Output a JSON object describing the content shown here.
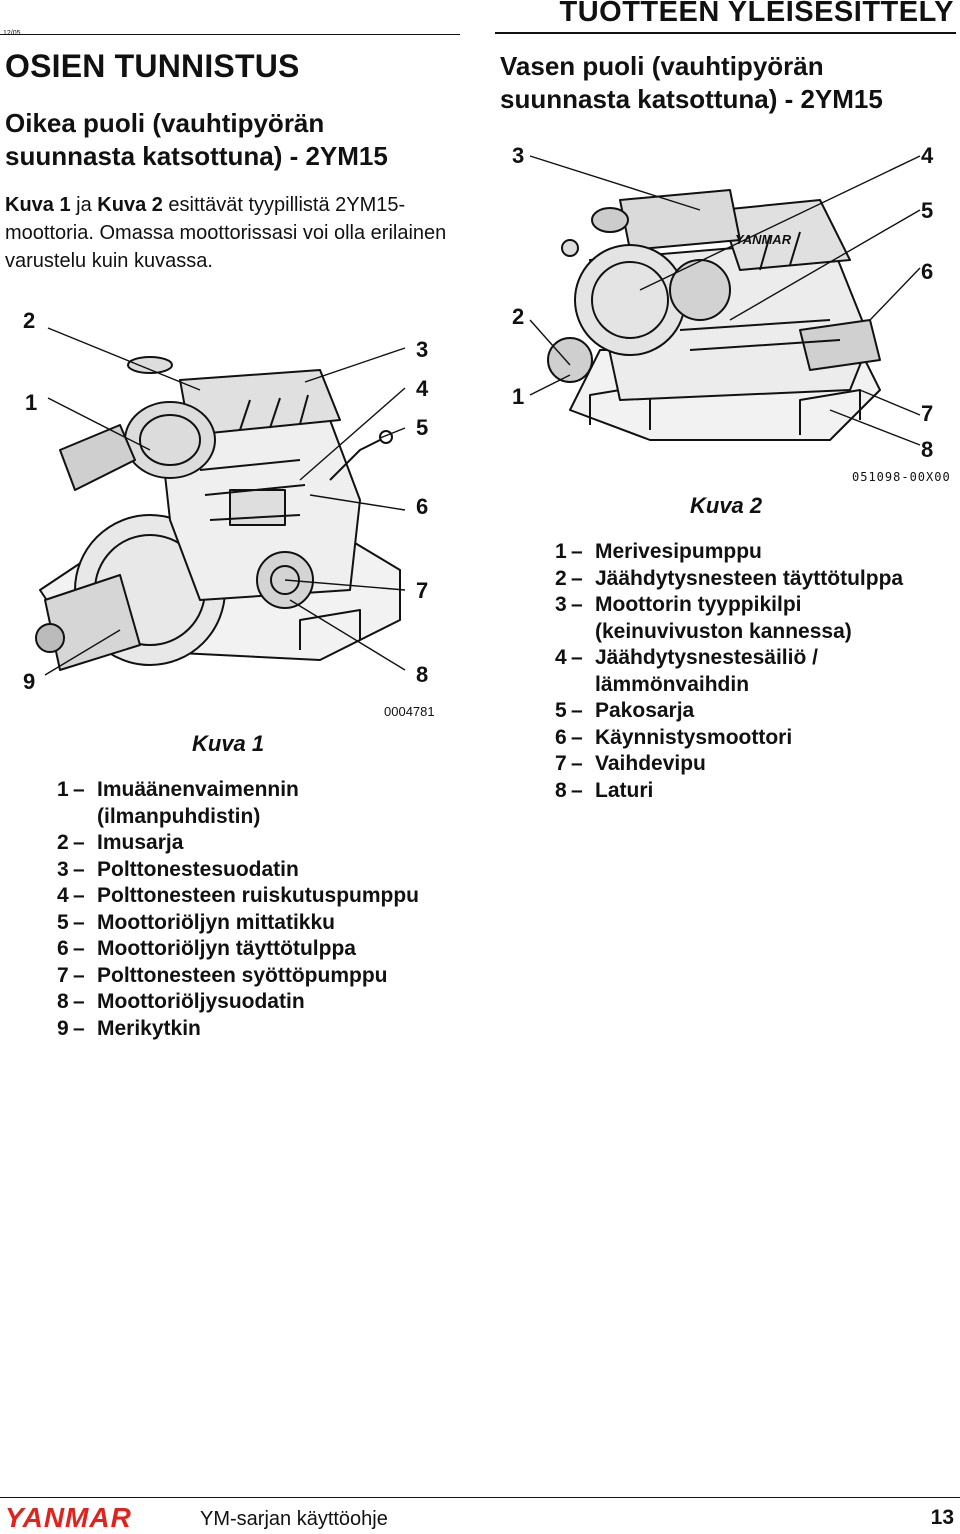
{
  "header": {
    "code": "12/05",
    "title": "TUOTTEEN YLEISESITTELY"
  },
  "section_title": "OSIEN TUNNISTUS",
  "left": {
    "subheading": [
      "Oikea puoli (vauhtipyörän",
      "suunnasta katsottuna) - 2YM15"
    ],
    "intro": [
      {
        "t": "Kuva 1",
        "b": true
      },
      {
        "t": " ja ",
        "b": false
      },
      {
        "t": "Kuva 2",
        "b": true
      },
      {
        "t": " esittävät tyypillistä 2YM15-moottoria. Omassa moottorissasi voi olla erilainen varustelu kuin kuvassa.",
        "b": false
      }
    ],
    "figure": {
      "caption": "Kuva 1",
      "part_number": "0004781",
      "callouts": [
        "1",
        "2",
        "3",
        "4",
        "5",
        "6",
        "7",
        "8",
        "9"
      ]
    },
    "legend": [
      {
        "n": "1",
        "text": "Imuäänenvaimennin (ilmanpuhdistin)"
      },
      {
        "n": "2",
        "text": "Imusarja"
      },
      {
        "n": "3",
        "text": "Polttonestesuodatin"
      },
      {
        "n": "4",
        "text": "Polttonesteen ruiskutuspumppu"
      },
      {
        "n": "5",
        "text": "Moottoriöljyn mittatikku"
      },
      {
        "n": "6",
        "text": "Moottoriöljyn täyttötulppa"
      },
      {
        "n": "7",
        "text": "Polttonesteen syöttöpumppu"
      },
      {
        "n": "8",
        "text": "Moottoriöljysuodatin"
      },
      {
        "n": "9",
        "text": "Merikytkin"
      }
    ]
  },
  "right": {
    "subheading": [
      "Vasen puoli (vauhtipyörän",
      "suunnasta katsottuna) - 2YM15"
    ],
    "figure": {
      "caption": "Kuva 2",
      "part_number": "051098-00X00",
      "callouts": [
        "1",
        "2",
        "3",
        "4",
        "5",
        "6",
        "7",
        "8"
      ],
      "engine_brand_plate": "YANMAR"
    },
    "legend": [
      {
        "n": "1",
        "text": "Merivesipumppu"
      },
      {
        "n": "2",
        "text": "Jäähdytysnesteen täyttötulppa"
      },
      {
        "n": "3",
        "text": "Moottorin tyyppikilpi (keinuvivuston kannessa)"
      },
      {
        "n": "4",
        "text": "Jäähdytysnestesäiliö / lämmönvaihdin"
      },
      {
        "n": "5",
        "text": "Pakosarja"
      },
      {
        "n": "6",
        "text": "Käynnistysmoottori"
      },
      {
        "n": "7",
        "text": "Vaihdevipu"
      },
      {
        "n": "8",
        "text": "Laturi"
      }
    ]
  },
  "footer": {
    "brand": "YANMAR",
    "manual": "YM-sarjan käyttöohje",
    "page": "13"
  }
}
